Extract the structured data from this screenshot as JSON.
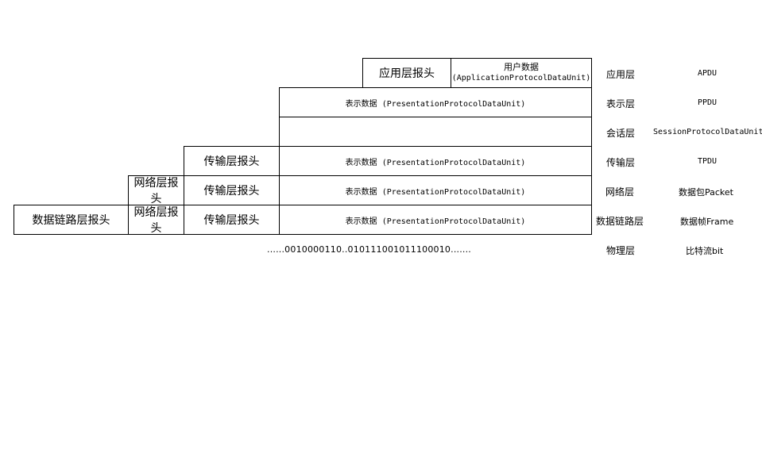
{
  "rows": {
    "application": {
      "header": "应用层报头",
      "data_line1": "用户数据",
      "data_line2": "(ApplicationProtocolDataUnit)",
      "layer": "应用层",
      "pdu": "APDU"
    },
    "presentation": {
      "data": "表示数据 (PresentationProtocolDataUnit)",
      "layer": "表示层",
      "pdu": "PPDU"
    },
    "session": {
      "data": "",
      "layer": "会话层",
      "pdu": "SessionProtocolDataUnit"
    },
    "transport": {
      "header": "传输层报头",
      "data": "表示数据 (PresentationProtocolDataUnit)",
      "layer": "传输层",
      "pdu": "TPDU"
    },
    "network": {
      "net_header": "网络层报头",
      "transport_header": "传输层报头",
      "data": "表示数据 (PresentationProtocolDataUnit)",
      "layer": "网络层",
      "pdu": "数据包Packet"
    },
    "datalink": {
      "link_header": "数据链路层报头",
      "net_header": "网络层报头",
      "transport_header": "传输层报头",
      "data": "表示数据 (PresentationProtocolDataUnit)",
      "layer": "数据链路层",
      "pdu": "数据帧Frame"
    },
    "physical": {
      "bits": "......0010000110..010111001011100010.......",
      "layer": "物理层",
      "pdu": "比特流bit"
    }
  }
}
